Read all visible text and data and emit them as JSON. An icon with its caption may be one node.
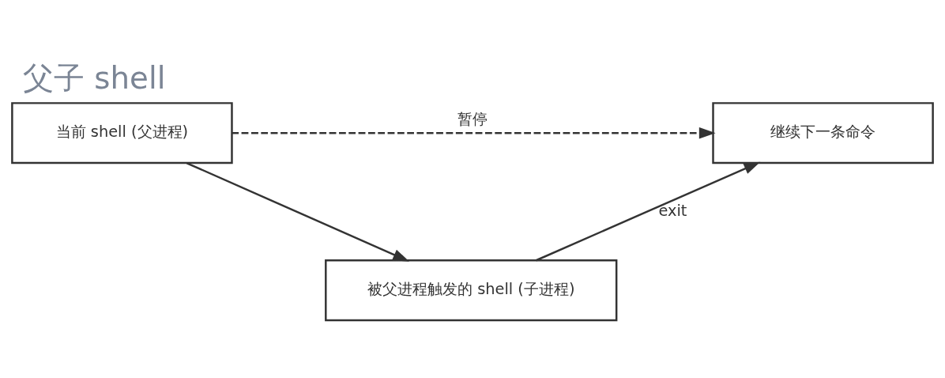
{
  "diagram": {
    "title": "父子 shell",
    "nodes": [
      {
        "text": [
          "当前 shell (父进程)"
        ]
      },
      {
        "text": [
          "被父进程触发的 shell (子进程)"
        ]
      },
      {
        "text": [
          "继续下一条命令"
        ]
      }
    ],
    "edges": [
      {
        "from": 0,
        "to": 2,
        "arrow": "to",
        "label": "暂停",
        "style": "dashed"
      },
      {
        "from": 0,
        "to": 1,
        "arrow": "to"
      },
      {
        "from": 1,
        "to": 2,
        "arrow": "to",
        "label": "exit"
      }
    ]
  }
}
